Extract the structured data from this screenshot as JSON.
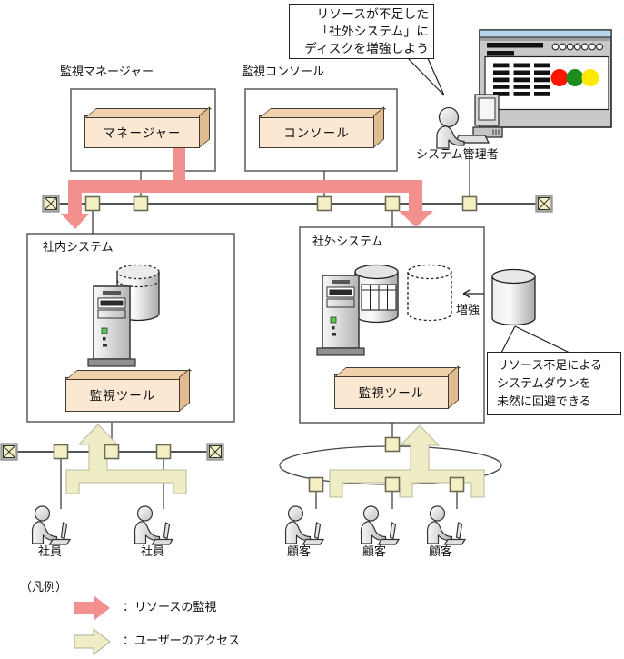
{
  "speech_bubble": {
    "lines": [
      "リソースが不足した",
      "「社外システム」に",
      "ディスクを増強しよう"
    ]
  },
  "admin_label": "システム管理者",
  "manager_group": {
    "label": "監視マネージャー",
    "box_label": "マネージャー"
  },
  "console_group": {
    "label": "監視コンソール",
    "box_label": "コンソール"
  },
  "internal_system": {
    "label": "社内システム",
    "tool_label": "監視ツール"
  },
  "external_system": {
    "label": "社外システム",
    "tool_label": "監視ツール",
    "augment_label": "増強"
  },
  "callout": {
    "lines": [
      "リソース不足による",
      "システムダウンを",
      "未然に回避できる"
    ]
  },
  "people": {
    "employee_labels": [
      "社員",
      "社員"
    ],
    "customer_labels": [
      "顧客",
      "顧客",
      "顧客"
    ]
  },
  "legend": {
    "title": "（凡例）",
    "items": [
      {
        "label": "：リソースの監視",
        "color": "#F2908E"
      },
      {
        "label": "：ユーザーのアクセス",
        "color": "#EFEDC5"
      }
    ]
  },
  "monitor_window": {
    "status_lights": [
      "red",
      "green",
      "yellow"
    ]
  },
  "colors": {
    "red_arrow": "#F2908E",
    "yellow_arrow": "#EFEDC5",
    "yellow_arrow_border": "#B8B89C",
    "box3d_front": "#FAE8D3",
    "node_fill": "#F4F0C4",
    "titlebar_blue": "#B5D4EE",
    "light_red": "#FF1500",
    "light_green": "#1E8C1E",
    "light_yellow": "#FFE900"
  }
}
